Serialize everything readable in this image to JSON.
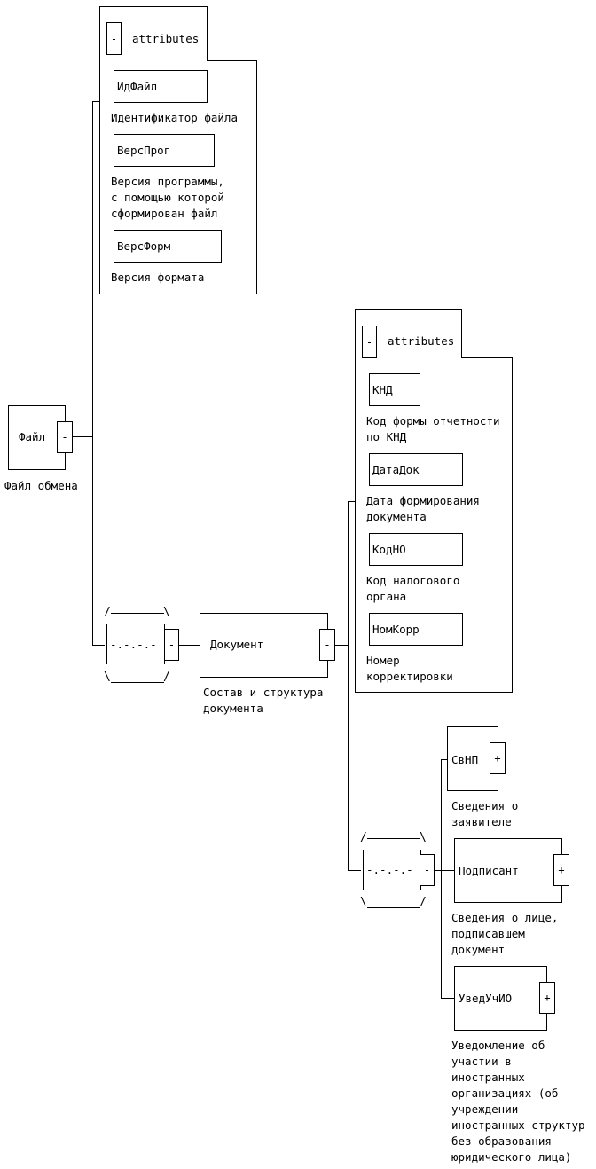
{
  "root": {
    "name": "Файл",
    "description": "Файл обмена",
    "toggle": "-"
  },
  "root_attributes": {
    "header": "attributes",
    "toggle": "-",
    "items": [
      {
        "name": "ИдФайл",
        "description": "Идентификатор файла"
      },
      {
        "name": "ВерсПрог",
        "description": "Версия программы,\nс помощью которой\nсформирован файл"
      },
      {
        "name": "ВерсФорм",
        "description": "Версия формата"
      }
    ]
  },
  "sequence1": {
    "dots": "-.-.-.-",
    "toggle": "-"
  },
  "document": {
    "name": "Документ",
    "description": "Состав и структура\nдокумента",
    "toggle": "-"
  },
  "document_attributes": {
    "header": "attributes",
    "toggle": "-",
    "items": [
      {
        "name": "КНД",
        "description": "Код формы отчетности\nпо КНД"
      },
      {
        "name": "ДатаДок",
        "description": "Дата формирования\nдокумента"
      },
      {
        "name": "КодНО",
        "description": "Код налогового\nоргана"
      },
      {
        "name": "НомКорр",
        "description": "Номер\nкорректировки"
      }
    ]
  },
  "sequence2": {
    "dots": "-.-.-.-",
    "toggle": "-"
  },
  "children": [
    {
      "name": "СвНП",
      "description": "Сведения о\nзаявителе",
      "toggle": "+"
    },
    {
      "name": "Подписант",
      "description": "Сведения о лице,\nподписавшем\nдокумент",
      "toggle": "+"
    },
    {
      "name": "УведУчИО",
      "description": "Уведомление об\nучастии в\nиностранных\nорганизациях (об\nучреждении\nиностранных структур\nбез образования\nюридического лица)",
      "toggle": "+"
    }
  ]
}
